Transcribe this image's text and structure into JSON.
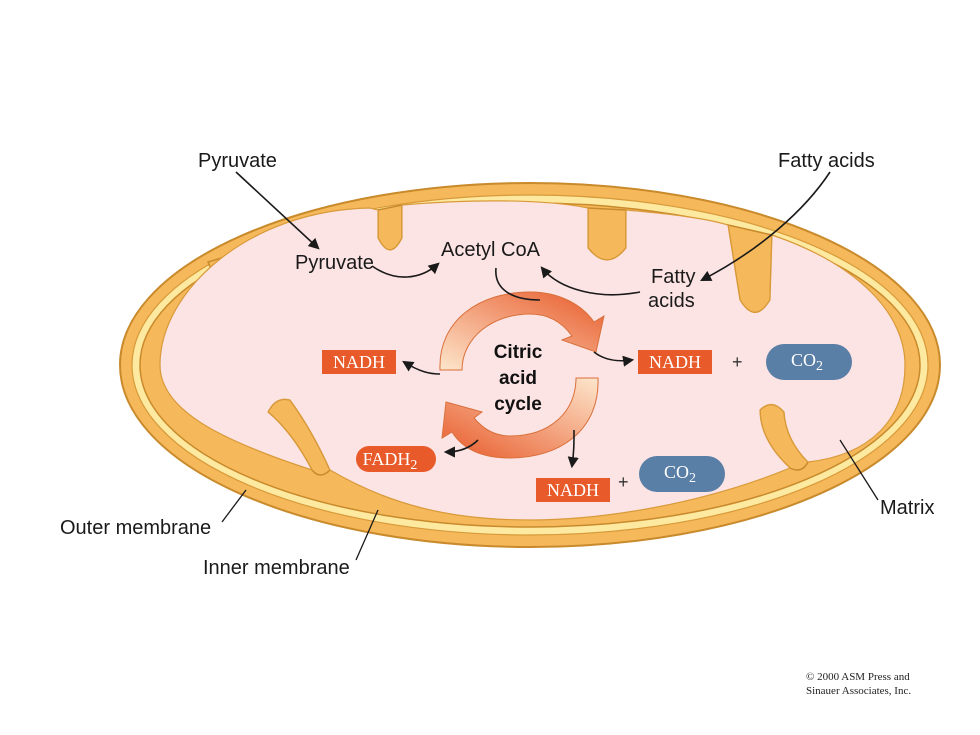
{
  "labels": {
    "pyruvate_outside": "Pyruvate",
    "fatty_acids_outside": "Fatty acids",
    "pyruvate_inside": "Pyruvate",
    "acetyl_coa": "Acetyl CoA",
    "fatty_inside_line1": "Fatty",
    "fatty_inside_line2": "acids",
    "outer_membrane": "Outer membrane",
    "inner_membrane": "Inner membrane",
    "matrix": "Matrix"
  },
  "cycle": {
    "line1": "Citric",
    "line2": "acid",
    "line3": "cycle"
  },
  "products": {
    "nadh_left": "NADH",
    "nadh_right": "NADH",
    "nadh_bottom": "NADH",
    "fadh_base": "FADH",
    "fadh_sub": "2",
    "co2_top_base": "CO",
    "co2_top_sub": "2",
    "co2_bottom_base": "CO",
    "co2_bottom_sub": "2",
    "plus_top": "+",
    "plus_bottom": "+"
  },
  "copyright": {
    "line1": "© 2000 ASM Press and",
    "line2": "Sinauer Associates, Inc."
  },
  "colors": {
    "outer_membrane": "#f5b85a",
    "membrane_outline": "#c98a2c",
    "inter_membrane": "#fde9a0",
    "matrix": "#fde4e4",
    "nadh_box": "#e85a2a",
    "co2": "#5a7fa6",
    "cycle_light": "#fad9b8",
    "cycle_dark": "#e8602c"
  }
}
